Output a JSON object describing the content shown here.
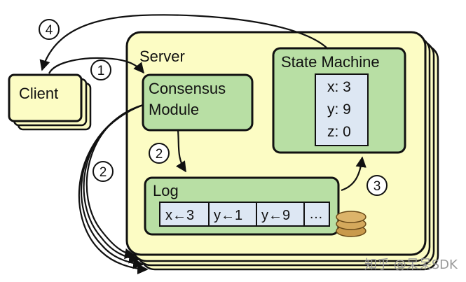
{
  "diagram": {
    "server_label": "Server",
    "client_label": "Client",
    "consensus_label_line1": "Consensus",
    "consensus_label_line2": "Module",
    "state_machine_label": "State Machine",
    "state": [
      {
        "label": "x: 3"
      },
      {
        "label": "y: 9"
      },
      {
        "label": "z: 0"
      }
    ],
    "log_label": "Log",
    "log_entries": [
      "x←3",
      "y←1",
      "y←9",
      "…"
    ],
    "steps": {
      "one": "1",
      "two_a": "2",
      "two_b": "2",
      "three": "3",
      "four": "4"
    }
  },
  "watermark": "知乎 @呆呆SDK",
  "colors": {
    "server_fill": "#fcfcc4",
    "client_fill": "#fcfcc4",
    "module_fill": "#b8dfa4",
    "table_fill": "#dde7f3",
    "disk_fill": "#c99a4c",
    "outline": "#111111"
  }
}
